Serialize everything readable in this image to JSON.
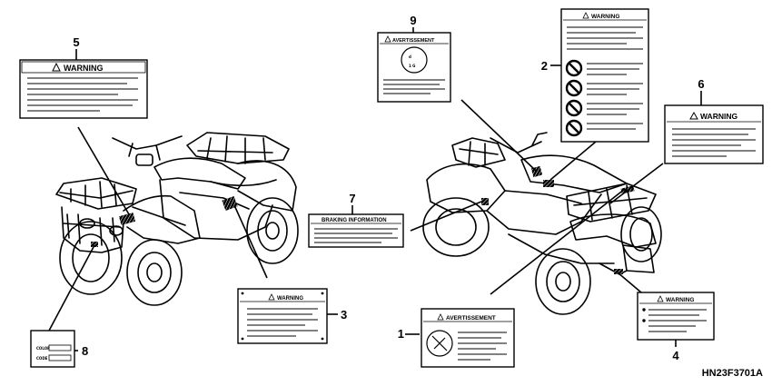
{
  "diagram": {
    "callouts": [
      "1",
      "2",
      "3",
      "4",
      "5",
      "6",
      "7",
      "8",
      "9"
    ],
    "labels": {
      "warning": "WARNING",
      "avertissement": "AVERTISSEMENT",
      "braking": "BRAKING INFORMATION",
      "color": "COLOR",
      "code": "CODE"
    },
    "drawing_code": "HN23F3701A"
  }
}
